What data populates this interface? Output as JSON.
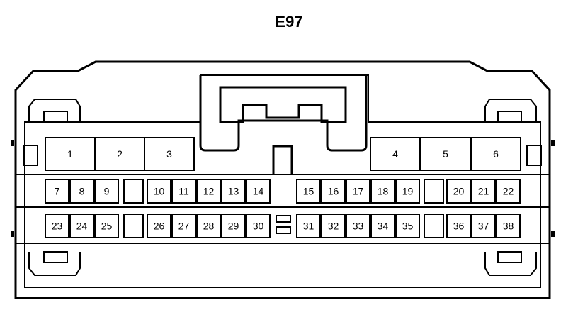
{
  "connector": {
    "title": "E97",
    "pins": {
      "large": [
        "1",
        "2",
        "3",
        "4",
        "5",
        "6"
      ],
      "row_middle": [
        "7",
        "8",
        "9",
        "10",
        "11",
        "12",
        "13",
        "14",
        "15",
        "16",
        "17",
        "18",
        "19",
        "20",
        "21",
        "22"
      ],
      "row_bottom": [
        "23",
        "24",
        "25",
        "26",
        "27",
        "28",
        "29",
        "30",
        "31",
        "32",
        "33",
        "34",
        "35",
        "36",
        "37",
        "38"
      ]
    }
  },
  "colors": {
    "line": "#000000",
    "background": "#ffffff"
  }
}
